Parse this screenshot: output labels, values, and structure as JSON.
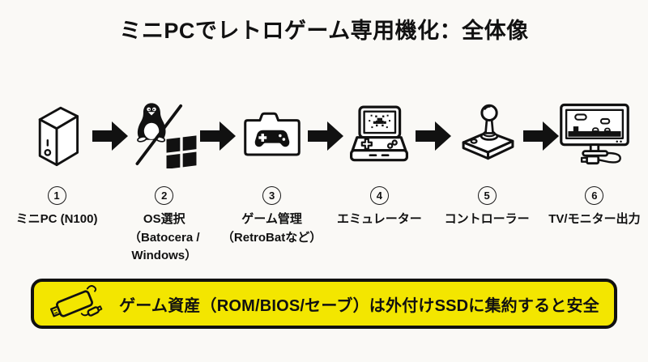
{
  "title": "ミニPCでレトロゲーム専用機化：全体像",
  "steps": [
    {
      "number": "1",
      "icon": "mini-pc-tower-icon",
      "lines": [
        "ミニPC (N100)"
      ]
    },
    {
      "number": "2",
      "icon": "linux-windows-os-icon",
      "lines": [
        "OS選択",
        "（Batocera /",
        "Windows）"
      ]
    },
    {
      "number": "3",
      "icon": "game-folder-icon",
      "lines": [
        "ゲーム管理",
        "（RetroBatなど）"
      ]
    },
    {
      "number": "4",
      "icon": "handheld-emulator-icon",
      "lines": [
        "エミュレーター"
      ]
    },
    {
      "number": "5",
      "icon": "arcade-joystick-icon",
      "lines": [
        "コントローラー"
      ]
    },
    {
      "number": "6",
      "icon": "tv-monitor-icon",
      "lines": [
        "TV/モニター出力"
      ]
    }
  ],
  "banner": {
    "icon": "external-ssd-icon",
    "text": "ゲーム資産（ROM/BIOS/セーブ）は外付けSSDに集約すると安全"
  },
  "colors": {
    "background": "#FAF9F6",
    "banner_yellow": "#F3E600",
    "ink": "#111111"
  }
}
